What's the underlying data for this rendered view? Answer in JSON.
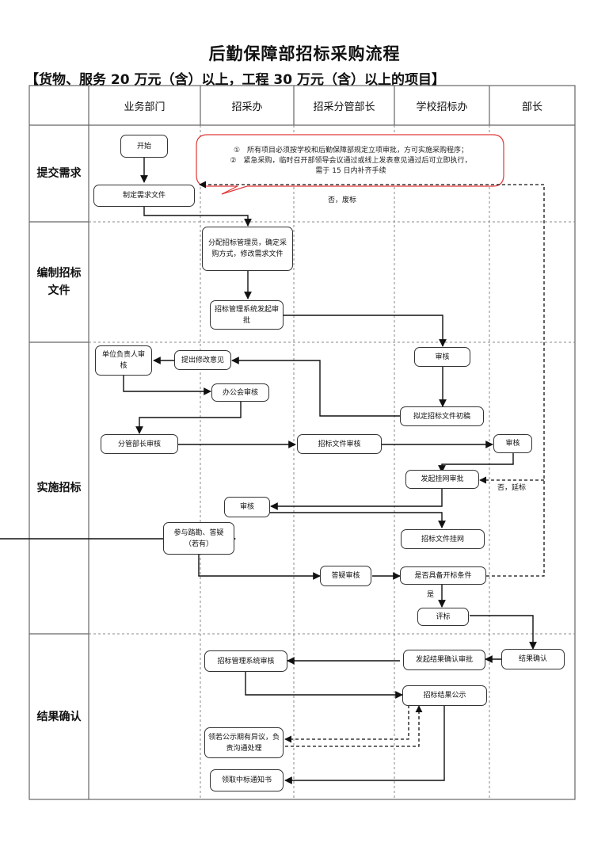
{
  "title": "后勤保障部招标采购流程",
  "subtitle": "【货物、服务 20 万元（含）以上，工程 30 万元（含）以上的项目】",
  "columns": [
    "",
    "业务部门",
    "招采办",
    "招采分管部长",
    "学校招标办",
    "部长"
  ],
  "lanes": [
    "提交需求",
    "编制招标\n文件",
    "实施招标",
    "结果确认"
  ],
  "note": {
    "line1": "①　所有项目必须按学校和后勤保障部规定立项审批，方可实施采购程序；",
    "line2": "②　紧急采购，临时召开部领导会议通过或线上发表意见通过后可立即执行，",
    "line3": "需于 15 日内补齐手续",
    "border_color": "#e03a3a"
  },
  "nodes": {
    "start": "开始",
    "make_req": "制定需求文件",
    "assign": "分配招标管理员，确定采购方式，修改需求文件",
    "sys_launch": "招标管理系统发起审批",
    "audit1": "审核",
    "draft": "拟定招标文件初稿",
    "suggest": "提出修改意见",
    "unit_head": "单位负责人审核",
    "office_meeting": "办公会审核",
    "dept_head_audit": "分管部长审核",
    "doc_audit": "招标文件审核",
    "audit2": "审核",
    "launch_online": "发起挂网审批",
    "audit3": "审核",
    "publish_doc": "招标文件挂网",
    "site_visit": "参与踏勘、答疑（若有）",
    "qa_audit": "答疑审核",
    "open_cond": "是否具备开标条件",
    "evaluate": "评标",
    "result_confirm": "结果确认",
    "launch_result": "发起结果确认审批",
    "sys_audit": "招标管理系统审核",
    "result_publish": "招标结果公示",
    "objection": "领若公示期有异议，负责沟通处理",
    "notice": "领取中标通知书"
  },
  "edge_labels": {
    "no_void": "否，废标",
    "no_delay": "否，延标",
    "yes": "是"
  }
}
